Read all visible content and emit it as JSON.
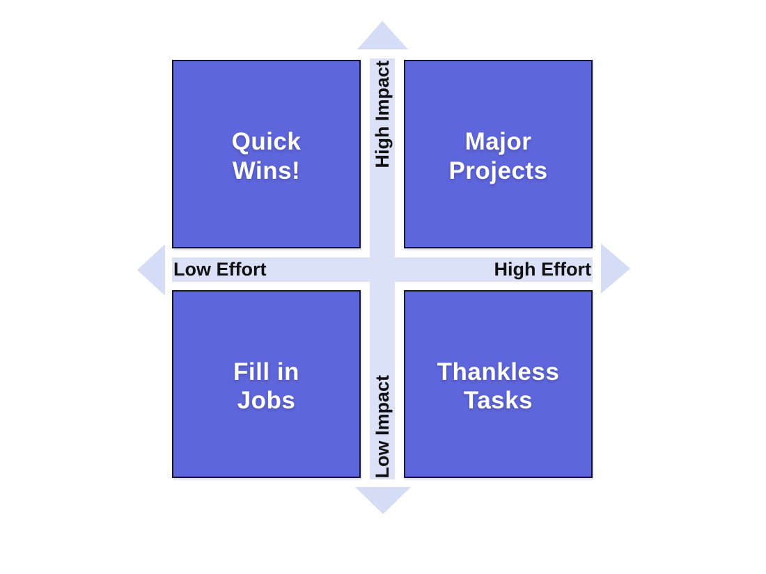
{
  "theme": {
    "background": "#FFFFFF",
    "quadrant_fill": "#5E66DB",
    "quadrant_border": "#15152E",
    "quadrant_text": "#FFFFFF",
    "shaft_fill": "#DBE2F8",
    "arrowhead_fill": "#D4DDF5",
    "axis_text": "#111111"
  },
  "quadrants": {
    "top_left": {
      "line1": "Quick",
      "line2": "Wins!"
    },
    "top_right": {
      "line1": "Major",
      "line2": "Projects"
    },
    "bottom_left": {
      "line1": "Fill in",
      "line2": "Jobs"
    },
    "bottom_right": {
      "line1": "Thankless",
      "line2": "Tasks"
    }
  },
  "axes": {
    "vertical": {
      "top_label": "High Impact",
      "bottom_label": "Low Impact"
    },
    "horizontal": {
      "left_label": "Low Effort",
      "right_label": "High Effort"
    }
  },
  "icons": {
    "arrowheads": [
      "arrowhead-up-icon",
      "arrowhead-down-icon",
      "arrowhead-left-icon",
      "arrowhead-right-icon"
    ]
  }
}
